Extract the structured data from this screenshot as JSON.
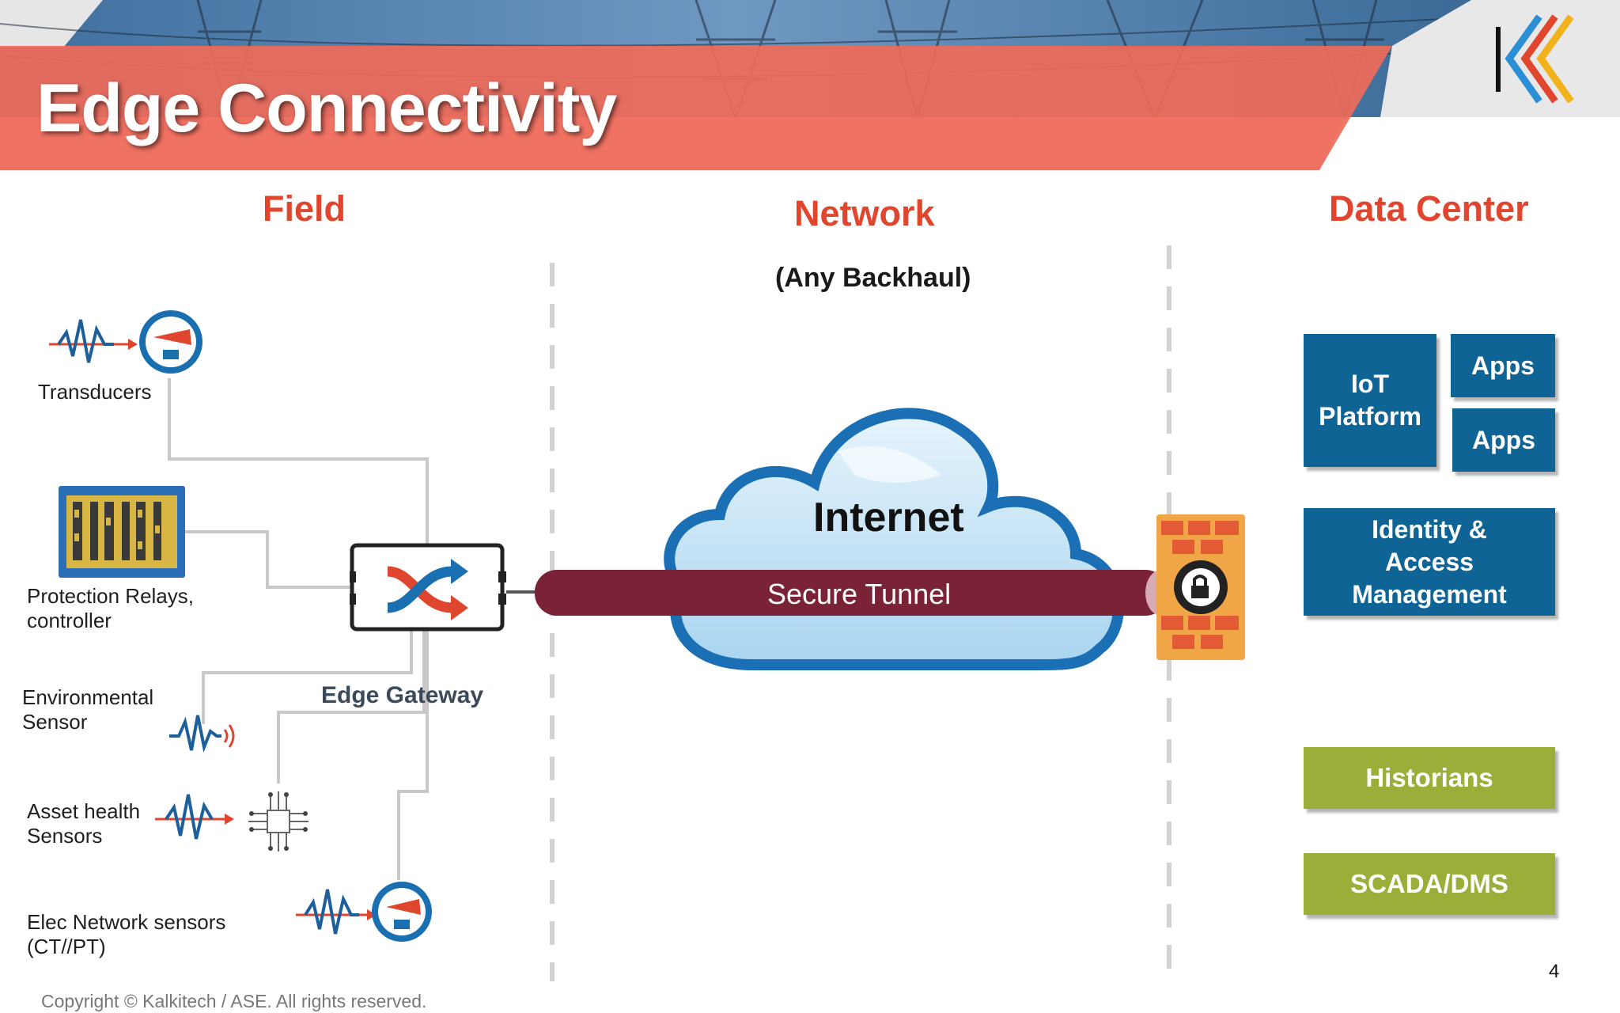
{
  "header": {
    "title": "Edge Connectivity"
  },
  "columns": {
    "field": "Field",
    "network": "Network",
    "data_center": "Data Center"
  },
  "network": {
    "backhaul": "(Any Backhaul)",
    "cloud_label": "Internet",
    "tunnel_label": "Secure Tunnel"
  },
  "field": {
    "transducers": "Transducers",
    "protection_relays": "Protection Relays,\ncontroller",
    "environmental_sensor": "Environmental\nSensor",
    "asset_health": "Asset health\nSensors",
    "elec_network": "Elec Network sensors\n(CT//PT)",
    "edge_gateway": "Edge Gateway"
  },
  "data_center": {
    "iot_platform": "IoT\nPlatform",
    "apps_1": "Apps",
    "apps_2": "Apps",
    "iam": "Identity &\nAccess\nManagement",
    "historians": "Historians",
    "scada": "SCADA/DMS"
  },
  "footer": {
    "copyright": "Copyright © Kalkitech / ASE. All rights reserved.",
    "page_number": "4"
  },
  "colors": {
    "accent_red": "#e0452e",
    "banner_red": "#f07060",
    "box_blue": "#0f6496",
    "box_green": "#9aae3a",
    "tunnel": "#7a2236"
  },
  "icons": [
    "waveform-arrow-icon",
    "gauge-meter-icon",
    "relay-rack-icon",
    "gateway-shuffle-icon",
    "firewall-lock-icon",
    "chip-icon",
    "cloud-icon",
    "kalkitech-logo"
  ]
}
